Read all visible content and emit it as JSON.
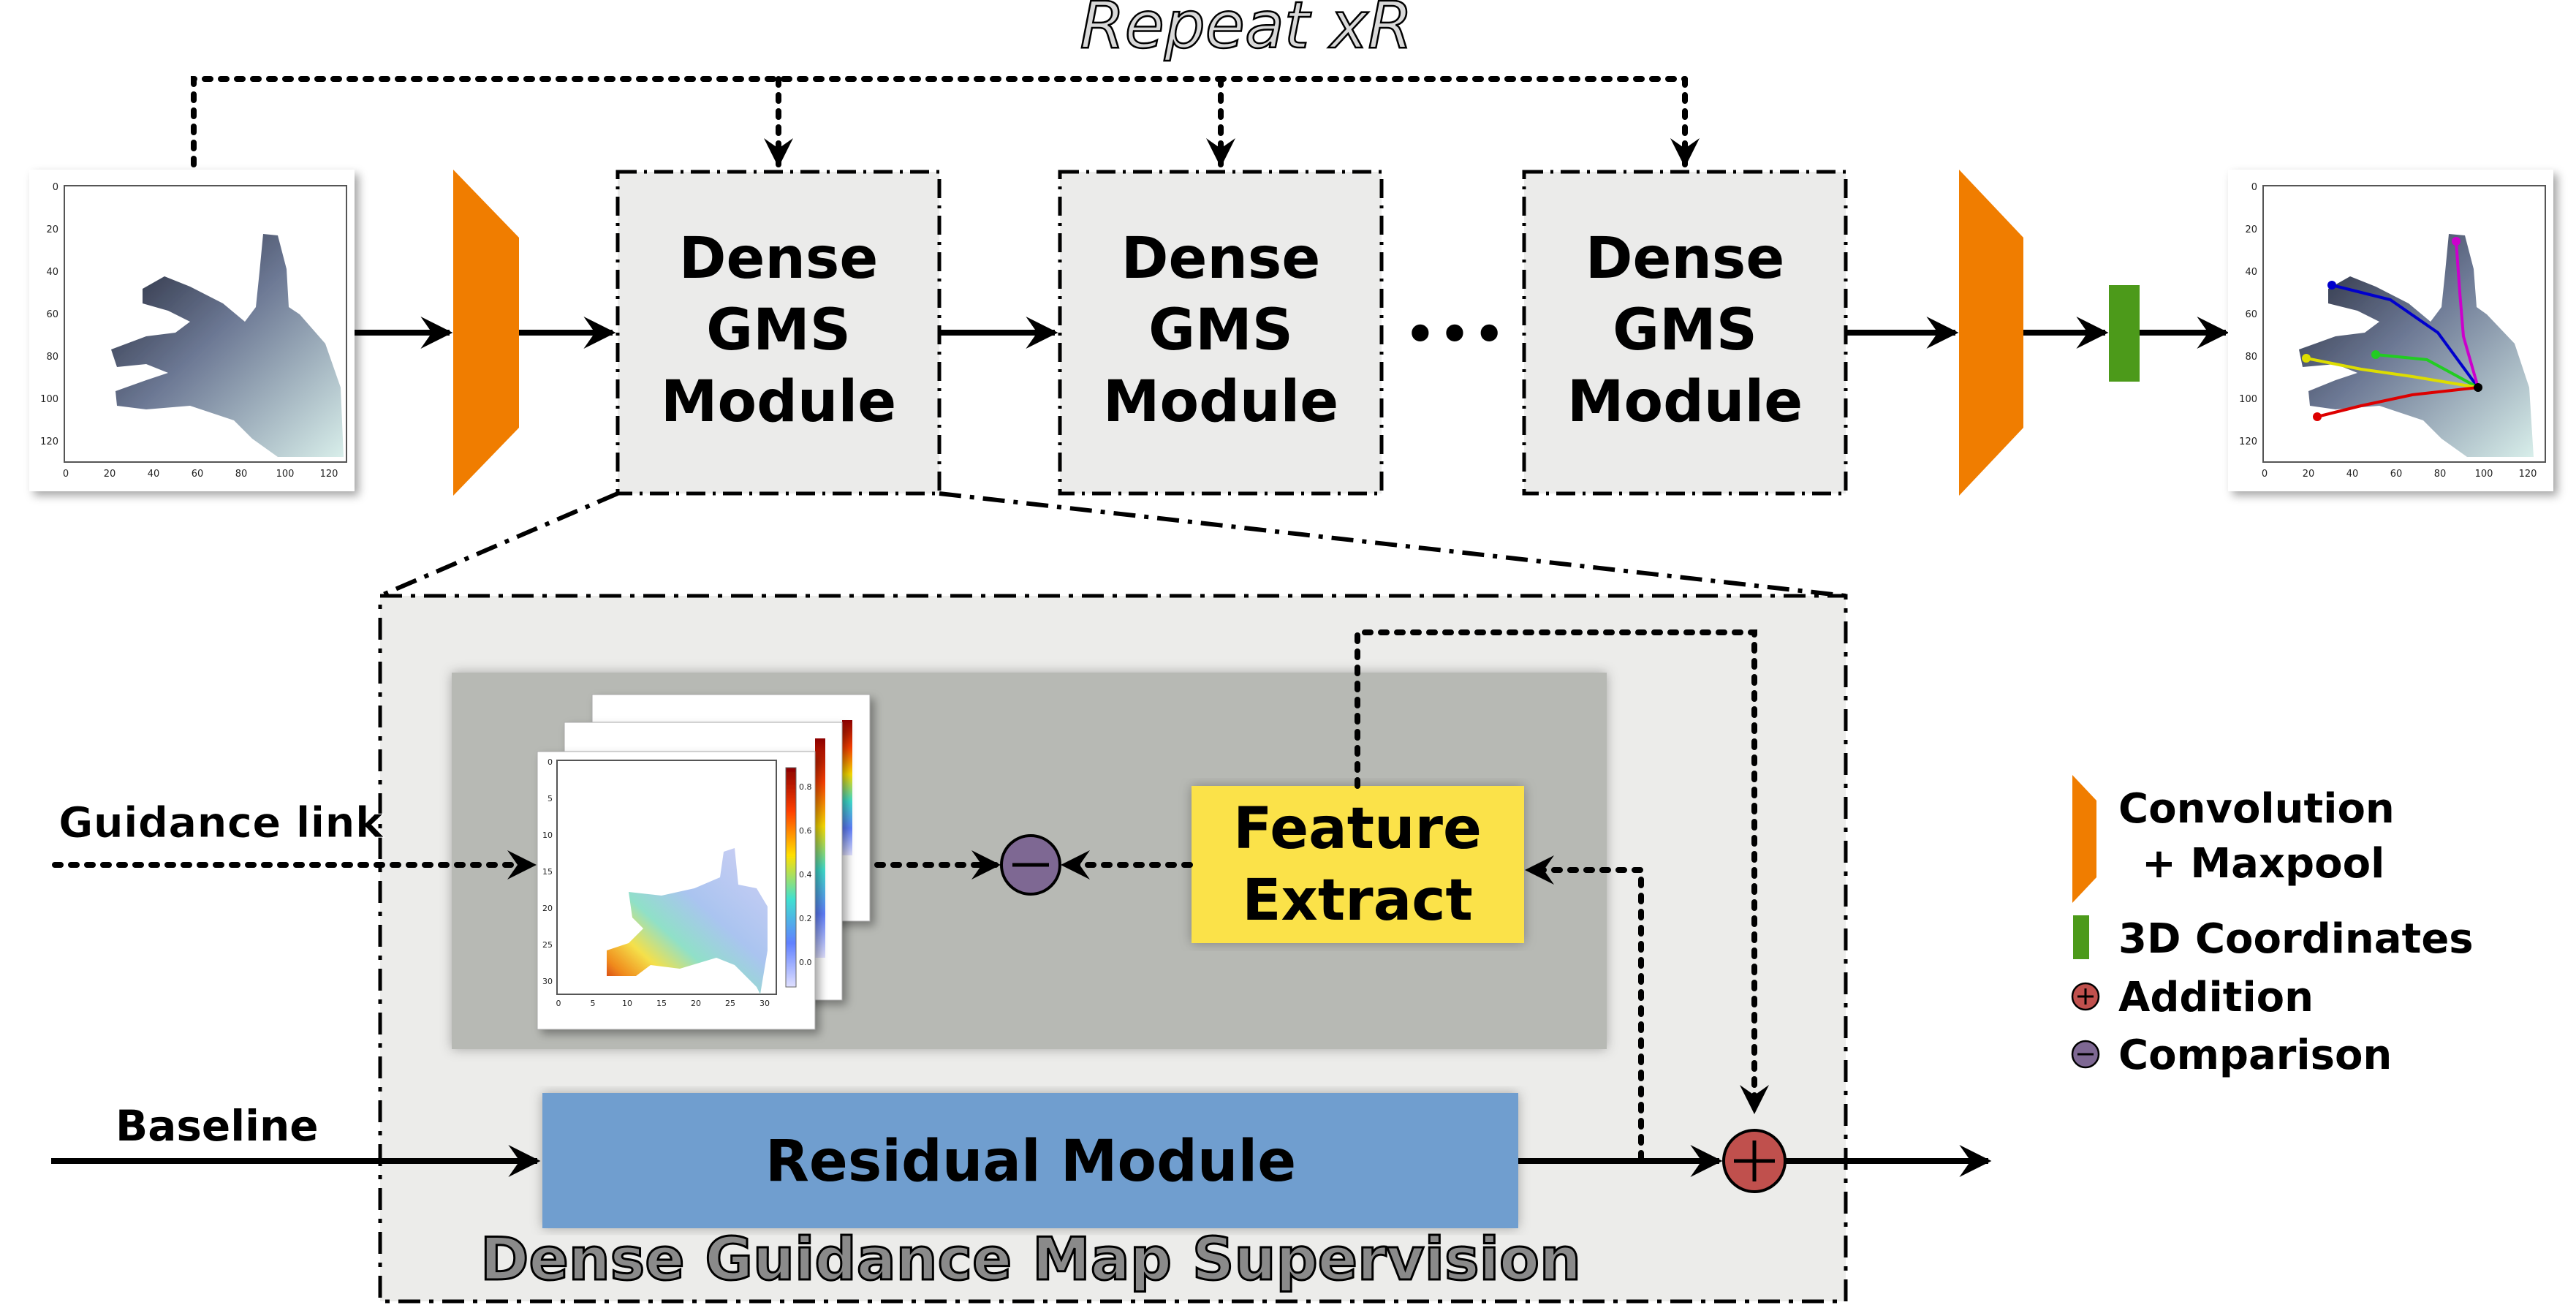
{
  "top": {
    "repeat_label": "Repeat xR",
    "module_lines": [
      "Dense",
      "GMS",
      "Module"
    ],
    "ellipsis": "•••"
  },
  "detail": {
    "title": "Dense Guidance Map Supervision",
    "guidance_link": "Guidance link",
    "baseline": "Baseline",
    "residual_module": "Residual Module",
    "feature_extract_lines": [
      "Feature",
      "Extract"
    ]
  },
  "legend": {
    "conv_lines": [
      "Convolution",
      "+ Maxpool"
    ],
    "coords": "3D Coordinates",
    "addition": "Addition",
    "comparison": "Comparison"
  },
  "axes": {
    "hand_x_ticks": [
      "0",
      "20",
      "40",
      "60",
      "80",
      "100",
      "120"
    ],
    "hand_y_ticks": [
      "0",
      "20",
      "40",
      "60",
      "80",
      "100",
      "120"
    ],
    "map_x_ticks": [
      "0",
      "5",
      "10",
      "15",
      "20",
      "25",
      "30"
    ],
    "map_y_ticks": [
      "0",
      "5",
      "10",
      "15",
      "20",
      "25",
      "30"
    ],
    "colorbar_ticks": [
      "0.8",
      "0.6",
      "0.4",
      "0.2",
      "0.0"
    ]
  },
  "colors": {
    "conv_orange": "#F07D00",
    "coords_green": "#4C9A1A",
    "residual_blue": "#6F9ECF",
    "feature_yellow": "#FBE24A",
    "addition_red": "#C0504D",
    "comparison_purple": "#7E6893",
    "panel_gray": "#ECECEA",
    "inner_gray": "#B7B9B4"
  }
}
